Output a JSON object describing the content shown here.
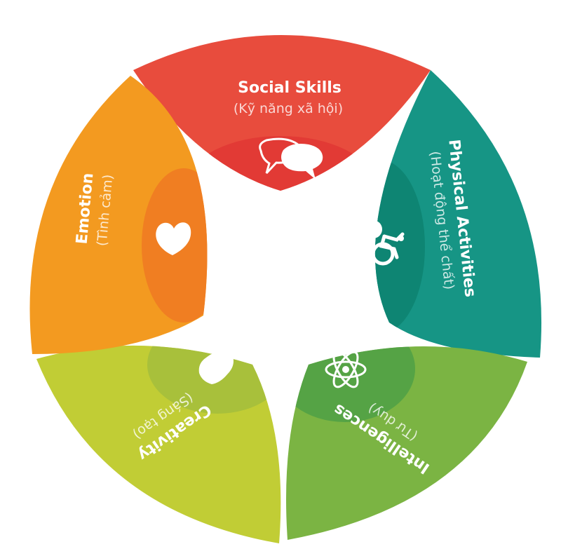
{
  "segments": [
    {
      "id": "social",
      "title": "Social Skills",
      "subtitle": "(Kỹ năng xã hội)",
      "color": "#E84C3D",
      "inner_color": "#E23A35",
      "icon": "speech-bubbles-icon"
    },
    {
      "id": "physical",
      "title": "Physical Activities",
      "subtitle": "(Hoạt động thể chất)",
      "color": "#169585",
      "inner_color": "#0E8573",
      "icon": "cyclist-icon"
    },
    {
      "id": "intelligences",
      "title": "Intelligences",
      "subtitle": "(Tư duy)",
      "color": "#7BB443",
      "inner_color": "#55A345",
      "icon": "atom-icon"
    },
    {
      "id": "creativity",
      "title": "Creativity",
      "subtitle": "(Sáng tạo)",
      "color": "#C1CD35",
      "inner_color": "#A8C03B",
      "icon": "lightbulb-icon"
    },
    {
      "id": "emotion",
      "title": "Emotion",
      "subtitle": "(Tình cảm)",
      "color": "#F39A20",
      "inner_color": "#F07E22",
      "icon": "heart-icon"
    }
  ]
}
